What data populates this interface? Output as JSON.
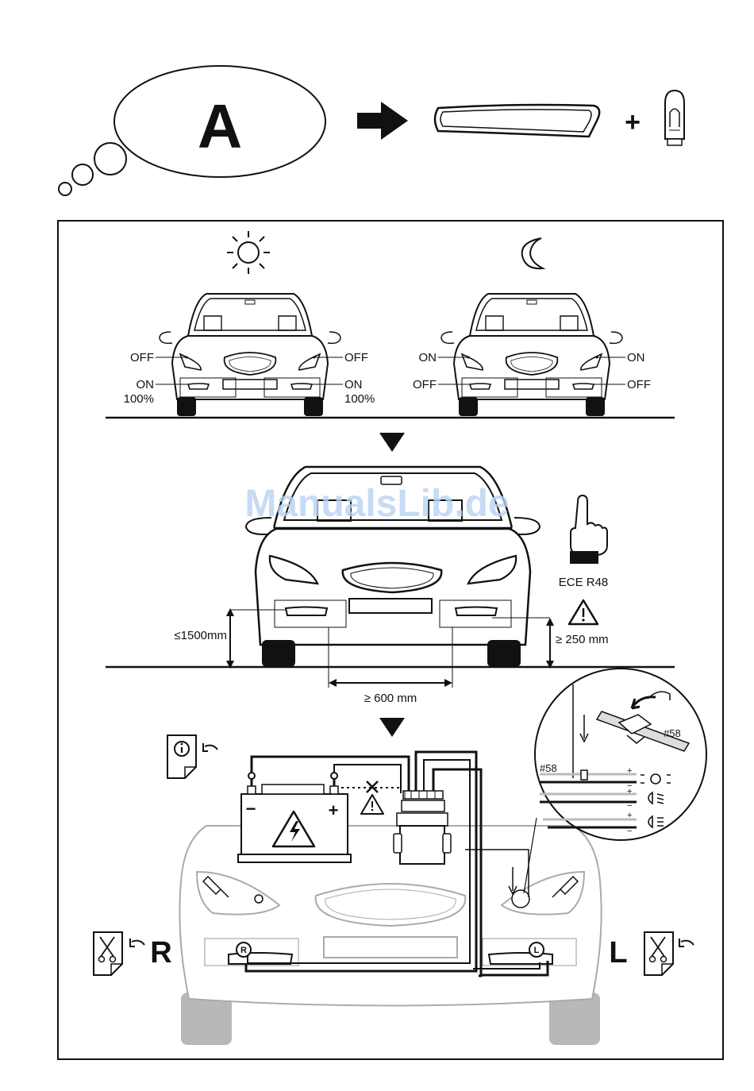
{
  "header": {
    "bubble_letter": "A",
    "plus": "+"
  },
  "day_car": {
    "upper_left": "OFF",
    "upper_right": "OFF",
    "lower_left": "ON",
    "lower_left_pct": "100%",
    "lower_right": "ON",
    "lower_right_pct": "100%"
  },
  "night_car": {
    "upper_left": "ON",
    "upper_right": "ON",
    "lower_left": "OFF",
    "lower_right": "OFF"
  },
  "install": {
    "standard": "ECE R48",
    "max_height": "≤1500mm",
    "min_height": "≥ 250 mm",
    "min_spacing": "≥ 600 mm"
  },
  "battery": {
    "minus": "−",
    "plus": "+"
  },
  "wiring": {
    "wire_id_1": "#58",
    "wire_id_2": "#58",
    "plus": "+",
    "minus": "−"
  },
  "sides": {
    "right": "R",
    "left": "L",
    "right_marker": "R",
    "left_marker": "L"
  },
  "watermark": "ManualsLib.de",
  "icons": [
    "sun-icon",
    "moon-icon",
    "arrow-right-icon",
    "bulb-icon",
    "hand-pointing-icon",
    "warning-icon",
    "info-manual-icon",
    "scissors-manual-icon",
    "battery-icon",
    "lightning-icon",
    "relay-icon"
  ]
}
